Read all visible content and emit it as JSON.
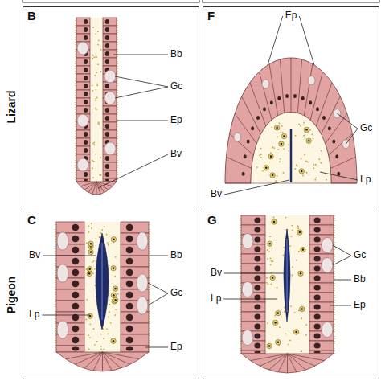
{
  "diagram": {
    "nodes": [
      {
        "text": [
          "B"
        ]
      },
      {
        "text": [
          "F"
        ]
      },
      {
        "text": [
          "C"
        ]
      },
      {
        "text": [
          "G"
        ]
      }
    ],
    "labels": [
      "Lizard",
      "Bb",
      "Gc",
      "Ep",
      "Bv",
      "Ep",
      "Gc",
      "Bv",
      "Lp",
      "Pigeon",
      "Bv",
      "Bb",
      "Gc",
      "Lp",
      "Ep",
      "Bv",
      "Gc",
      "Lp",
      "Bb",
      "Ep"
    ]
  }
}
